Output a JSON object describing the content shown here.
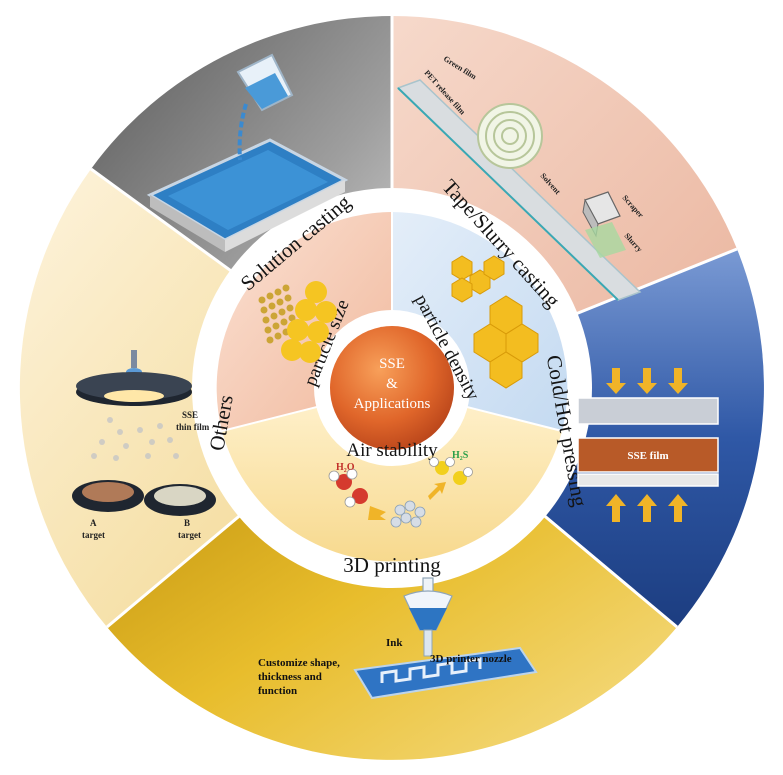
{
  "center": {
    "line1": "SSE",
    "line2": "&",
    "line3": "Applications"
  },
  "inner_ring": {
    "particle_size": "particle size",
    "particle_density": "particle density",
    "air_stability": "Air stability"
  },
  "outer_segments": {
    "solution_casting": "Solution casting",
    "tape_slurry_casting": "Tape/Slurry casting",
    "cold_hot_pressing": "Cold/Hot pressing",
    "printing_3d": "3D printing",
    "others": "Others"
  },
  "tape_casting": {
    "green_film": "Green film",
    "pet_film": "PET release film",
    "solvent": "Solvent",
    "scraper": "Scraper",
    "slurry": "Slurry"
  },
  "pressing": {
    "sse_film": "SSE film"
  },
  "printing": {
    "ink": "Ink",
    "nozzle": "3D printer nozzle",
    "customize_1": "Customize shape,",
    "customize_2": "thickness and",
    "customize_3": "function"
  },
  "others": {
    "sse": "SSE",
    "thin_film": "thin film",
    "a": "A",
    "a_target": "target",
    "b": "B",
    "b_target": "target"
  },
  "air": {
    "h2o": "H₂O",
    "h2s": "H₂S"
  },
  "colors": {
    "gray": "#8c8c8c",
    "salmon": "#f2c7b4",
    "blue": "#2f58a6",
    "gold": "#e2b320",
    "cream": "#f7e7bb",
    "center_orange": "#e0662a"
  }
}
